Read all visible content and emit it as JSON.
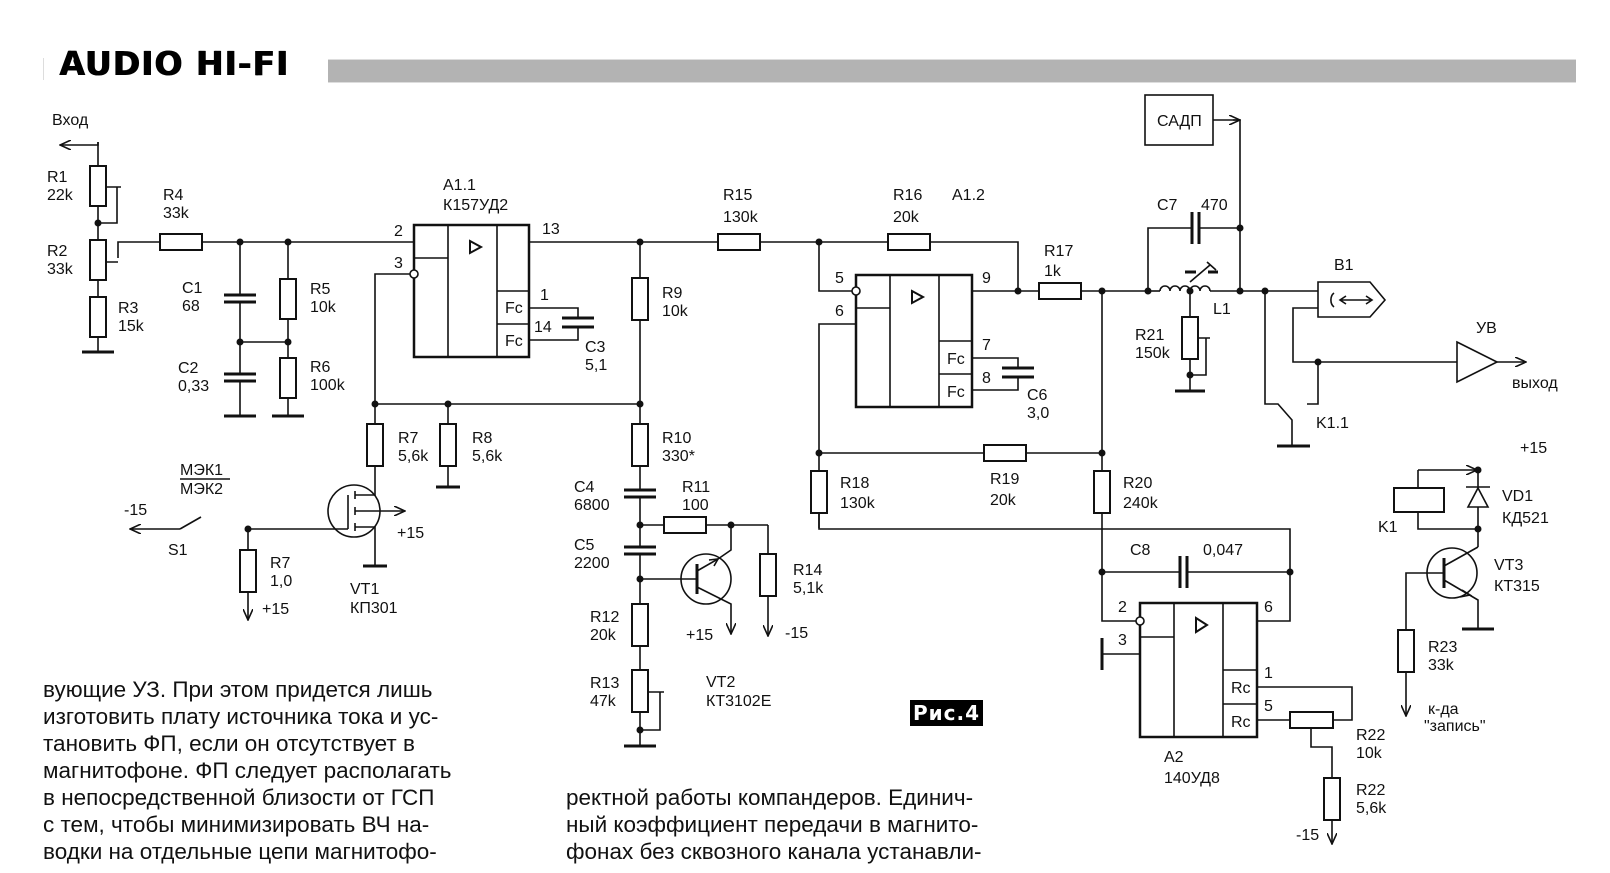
{
  "header": {
    "brand": "AUDIO HI-FI",
    "bar_color": "#b3b3b3"
  },
  "figure": {
    "label": "Рис.4",
    "nets": {
      "input": "Вход",
      "output": "выход",
      "minus15": "-15",
      "plus15": "+15",
      "record_cmd_line1": "к-да",
      "record_cmd_line2": "\"запись\""
    },
    "switch_label": {
      "top": "МЭК1",
      "bottom": "МЭК2"
    },
    "components": {
      "R1": {
        "ref": "R1",
        "value": "22k"
      },
      "R2": {
        "ref": "R2",
        "value": "33k"
      },
      "R3": {
        "ref": "R3",
        "value": "15k"
      },
      "R4": {
        "ref": "R4",
        "value": "33k"
      },
      "R5": {
        "ref": "R5",
        "value": "10k"
      },
      "R6": {
        "ref": "R6",
        "value": "100k"
      },
      "R7a": {
        "ref": "R7",
        "value": "5,6k"
      },
      "R7b": {
        "ref": "R7",
        "value": "1,0"
      },
      "R8": {
        "ref": "R8",
        "value": "5,6k"
      },
      "R9": {
        "ref": "R9",
        "value": "10k"
      },
      "R10": {
        "ref": "R10",
        "value": "330*"
      },
      "R11": {
        "ref": "R11",
        "value": "100"
      },
      "R12": {
        "ref": "R12",
        "value": "20k"
      },
      "R13": {
        "ref": "R13",
        "value": "47k"
      },
      "R14": {
        "ref": "R14",
        "value": "5,1k"
      },
      "R15": {
        "ref": "R15",
        "value": "130k"
      },
      "R16": {
        "ref": "R16",
        "value": "20k"
      },
      "R17": {
        "ref": "R17",
        "value": "1k"
      },
      "R18": {
        "ref": "R18",
        "value": "130k"
      },
      "R19": {
        "ref": "R19",
        "value": "20k"
      },
      "R20": {
        "ref": "R20",
        "value": "240k"
      },
      "R21": {
        "ref": "R21",
        "value": "150k"
      },
      "R22a": {
        "ref": "R22",
        "value": "10k"
      },
      "R22b": {
        "ref": "R22",
        "value": "5,6k"
      },
      "R23": {
        "ref": "R23",
        "value": "33k"
      },
      "C1": {
        "ref": "C1",
        "value": "68"
      },
      "C2": {
        "ref": "C2",
        "value": "0,33"
      },
      "C3": {
        "ref": "C3",
        "value": "5,1"
      },
      "C4": {
        "ref": "C4",
        "value": "6800"
      },
      "C5": {
        "ref": "C5",
        "value": "2200"
      },
      "C6": {
        "ref": "C6",
        "value": "3,0"
      },
      "C7": {
        "ref": "C7",
        "value": "470"
      },
      "C8": {
        "ref": "C8",
        "value": "0,047"
      },
      "L1": {
        "ref": "L1"
      },
      "B1": {
        "ref": "B1"
      },
      "S1": {
        "ref": "S1"
      },
      "K1": {
        "ref": "K1"
      },
      "K1_1": {
        "ref": "K1.1"
      },
      "VT1": {
        "ref": "VT1",
        "value": "КП301"
      },
      "VT2": {
        "ref": "VT2",
        "value": "КТ3102Е"
      },
      "VT3": {
        "ref": "VT3",
        "value": "КТ315"
      },
      "VD1": {
        "ref": "VD1",
        "value": "КД521"
      },
      "A1_1": {
        "ref": "A1.1",
        "value": "К157УД2",
        "pins": [
          "2",
          "3",
          "13",
          "1",
          "14"
        ],
        "fc": "Fc"
      },
      "A1_2": {
        "ref": "A1.2",
        "pins": [
          "5",
          "6",
          "9",
          "7",
          "8"
        ],
        "fc": "Fc"
      },
      "A2": {
        "ref": "A2",
        "value": "140УД8",
        "pins": [
          "2",
          "3",
          "6",
          "1",
          "5"
        ],
        "rc": "Rc"
      },
      "SADP": {
        "ref": "САДП"
      },
      "UV": {
        "ref": "УВ"
      }
    }
  },
  "text": {
    "column1": [
      "вующие УЗ. При этом придется лишь",
      "изготовить плату источника тока и ус-",
      "тановить ФП,  если он отсутствует в",
      "магнитофоне. ФП следует располагать",
      "в непосредственной близости от ГСП",
      "с тем, чтобы минимизировать ВЧ на-",
      "водки на отдельные цепи магнитофо-"
    ],
    "column2": [
      "ректной работы компандеров. Единич-",
      "ный коэффициент передачи в магнито-",
      "фонах без сквозного канала устанавли-"
    ]
  }
}
